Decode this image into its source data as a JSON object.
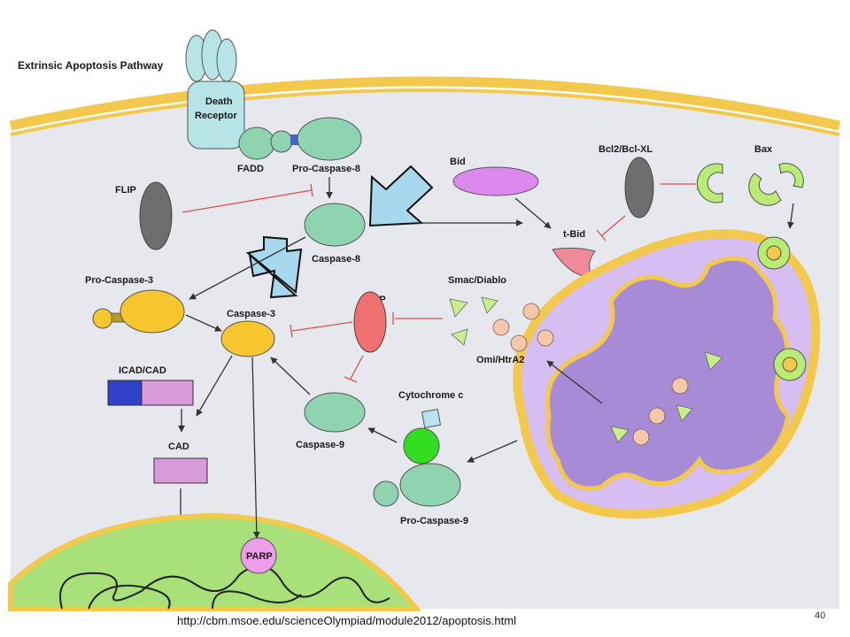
{
  "title": "Extrinsic Apoptosis Pathway",
  "labels": {
    "death_receptor_line1": "Death",
    "death_receptor_line2": "Receptor",
    "fadd": "FADD",
    "pro_caspase_8": "Pro-Caspase-8",
    "flip": "FLIP",
    "caspase_8": "Caspase-8",
    "pro_caspase_3": "Pro-Caspase-3",
    "caspase_3": "Caspase-3",
    "icad_cad": "ICAD/CAD",
    "cad": "CAD",
    "parp": "PARP",
    "bid": "Bid",
    "t_bid": "t-Bid",
    "bcl2": "Bcl2/Bcl-XL",
    "bax": "Bax",
    "smac": "Smac/Diablo",
    "xiap": "XIAP",
    "omi": "Omi/HtrA2",
    "cytochrome_c": "Cytochrome c",
    "caspase_9": "Caspase-9",
    "pro_caspase_9": "Pro-Caspase-9"
  },
  "footer_url": "http://cbm.msoe.edu/scienceOlympiad/module2012/apoptosis.html",
  "slide_number": "40",
  "colors": {
    "membrane": "#f2c94c",
    "cytoplasm": "#e4e7ec",
    "caspase": "#8fd4b0",
    "caspase3": "#f7c62f",
    "bid": "#dd88ee",
    "tbid": "#f08a9a",
    "mito_outer": "#f2c94c",
    "mito_inner": "#a78bd6",
    "nucleus": "#a8e07a",
    "xiap": "#f07070",
    "highlight_arrow": "#a8d8ee"
  }
}
